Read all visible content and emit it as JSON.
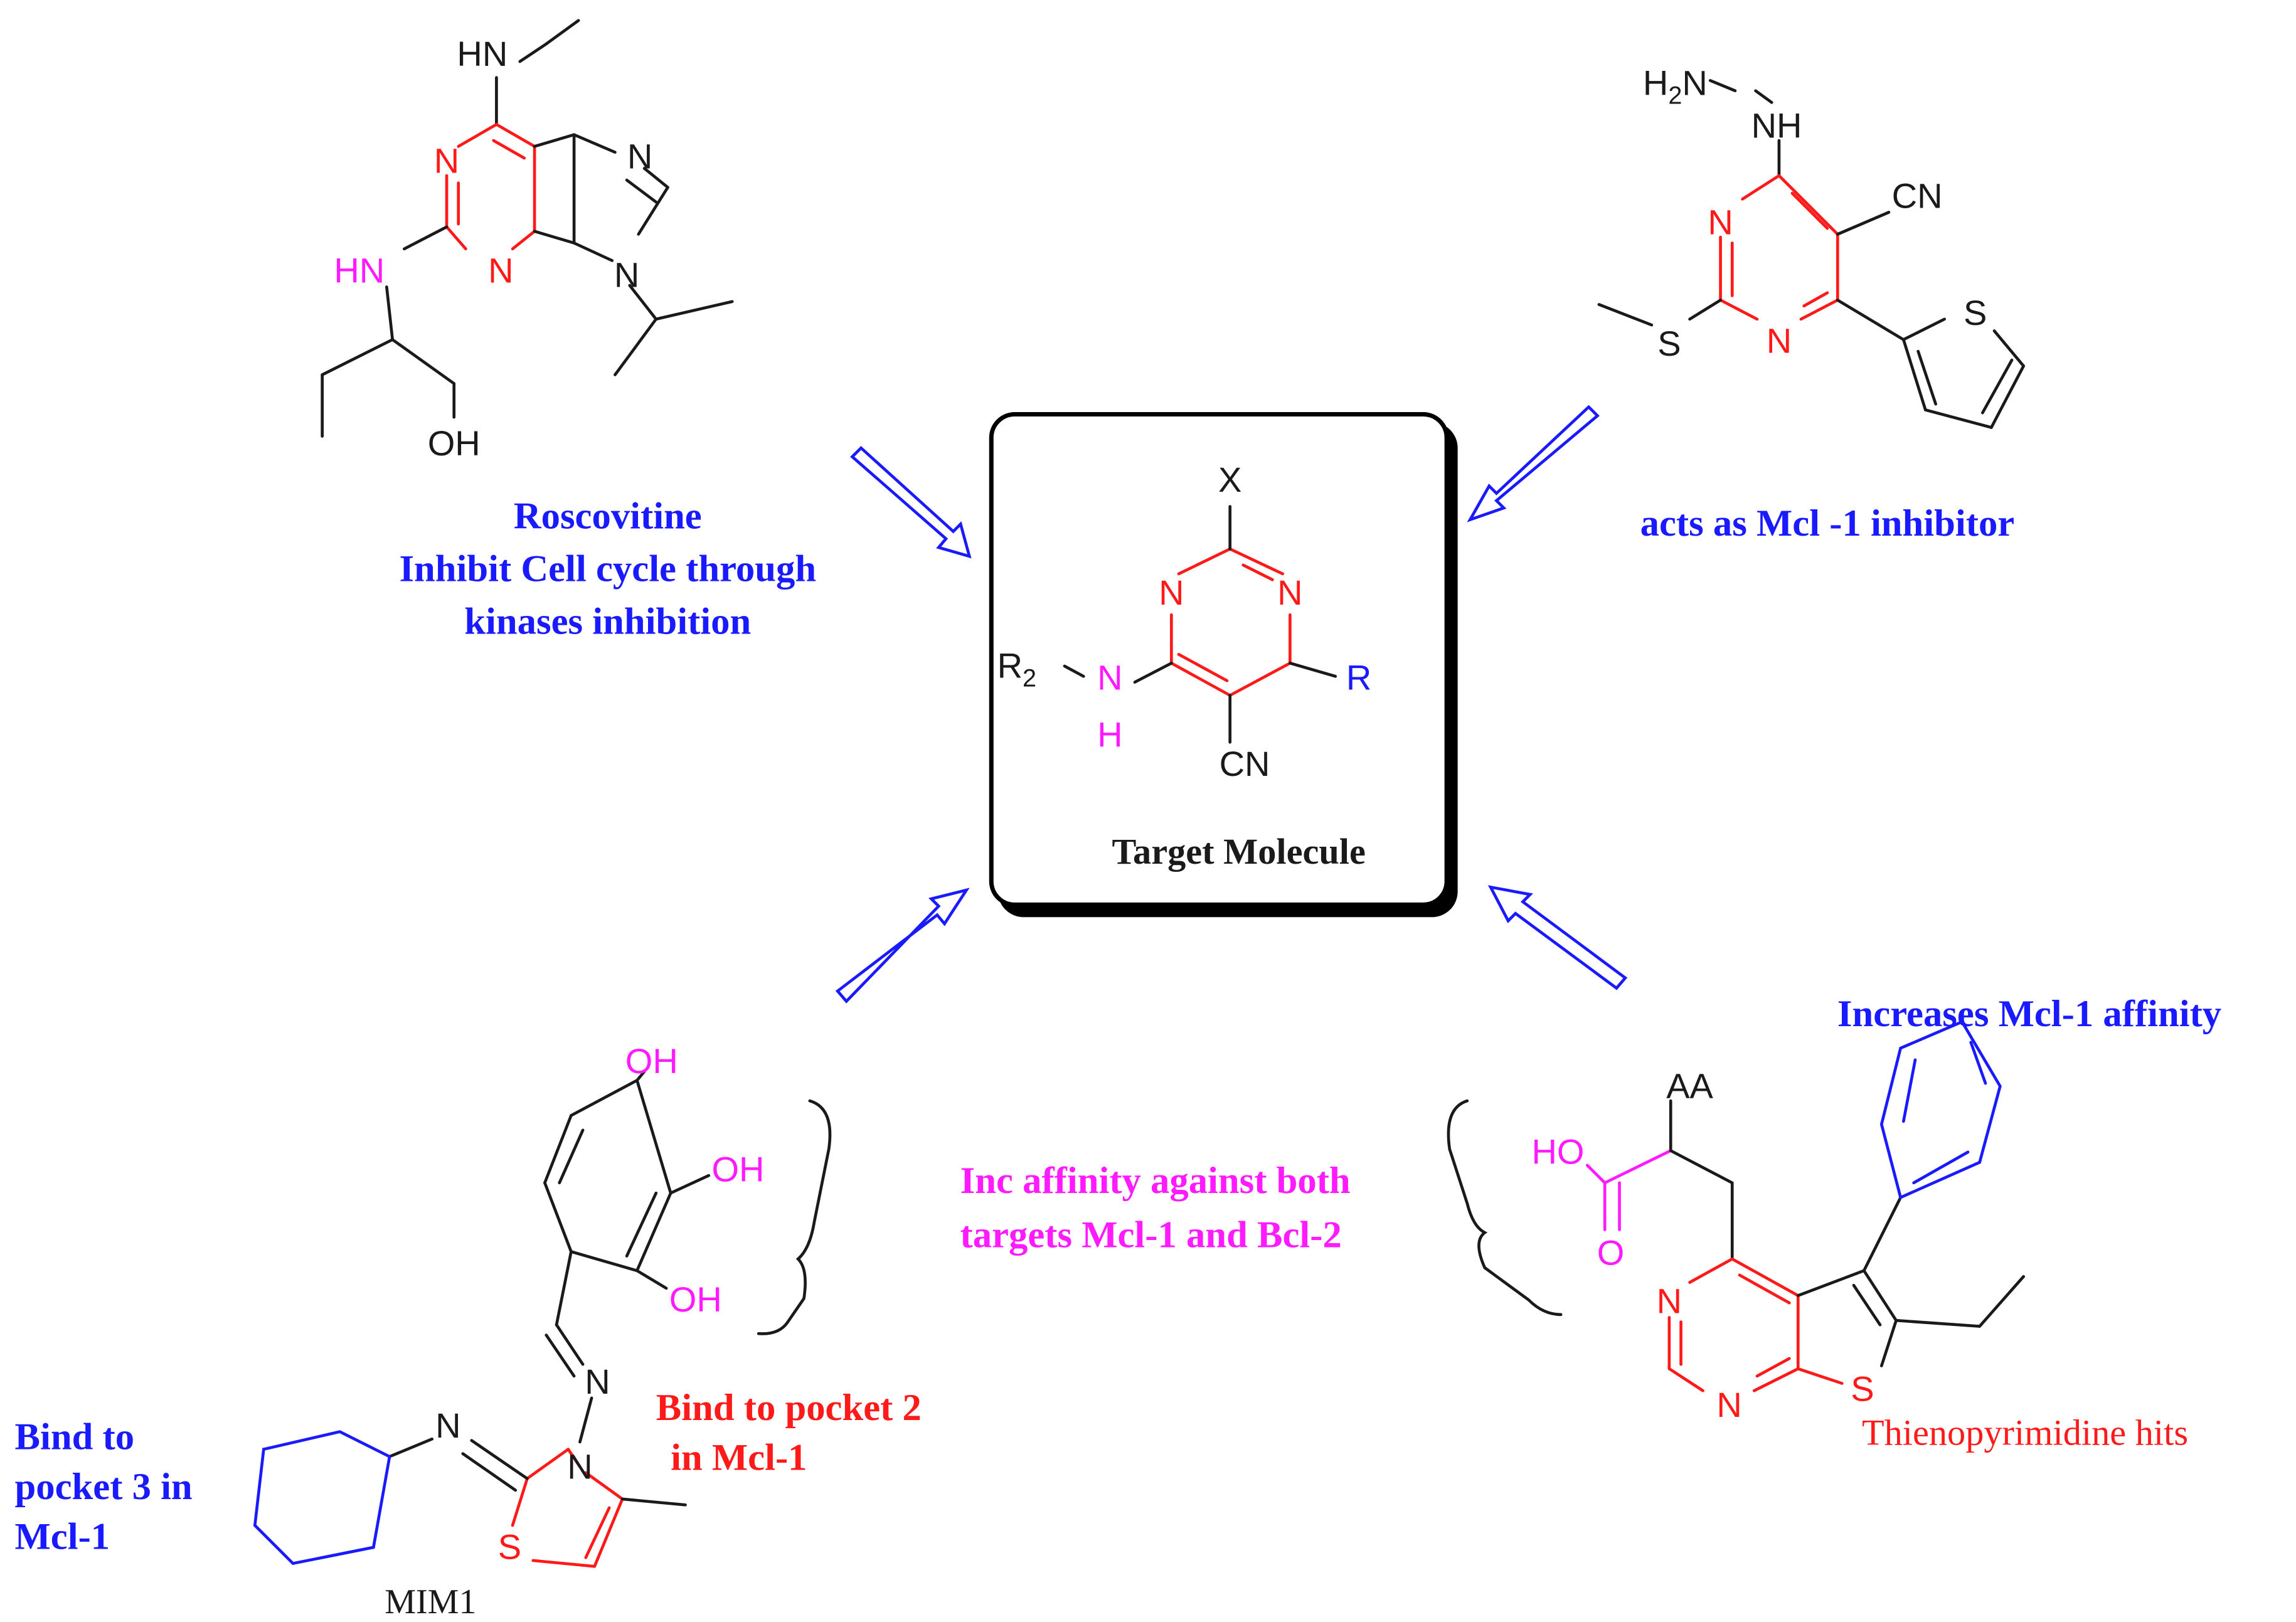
{
  "colors": {
    "bond": "#1a1a1a",
    "red": "#ff1a1a",
    "magenta": "#ff1aff",
    "blue": "#1a1aff",
    "box_border": "#000000"
  },
  "center": {
    "label": "Target Molecule",
    "atoms": {
      "x": "X",
      "n1": "N",
      "n2": "N",
      "r2": "R",
      "r2_sub": "2",
      "nh_n": "N",
      "nh_h": "H",
      "r": "R",
      "cn": "CN"
    }
  },
  "roscovitine": {
    "name": "Roscovitine",
    "desc_line1": "Inhibit Cell cycle through",
    "desc_line2": "kinases inhibition",
    "atoms": {
      "hn_top": "HN",
      "n1": "N",
      "n3": "N",
      "n7": "N",
      "n9": "N",
      "hn_side": "HN",
      "oh": "OH"
    }
  },
  "hydrazine": {
    "caption": "acts as Mcl -1 inhibitor",
    "atoms": {
      "h2n": "H",
      "h2n_sub": "2",
      "h2n_n": "N",
      "nh": "NH",
      "n1": "N",
      "n3": "N",
      "cn": "CN",
      "s_left": "S",
      "s_thio": "S"
    }
  },
  "mim1": {
    "name": "MIM1",
    "oh1": "OH",
    "oh2": "OH",
    "oh3": "OH",
    "n_imine": "N",
    "n_exo": "N",
    "n_ring": "N",
    "s_ring": "S",
    "left_label": [
      "Bind to",
      "pocket 3 in",
      "Mcl-1"
    ],
    "right_label": [
      "Bind to pocket 2",
      "in Mcl-1"
    ]
  },
  "both_targets": {
    "line1": "Inc affinity against both",
    "line2": "targets Mcl-1 and Bcl-2"
  },
  "thieno": {
    "caption": "Increases Mcl-1 affinity",
    "name": "Thienopyrimidine hits",
    "aa": "AA",
    "ho": "HO",
    "o": "O",
    "n1": "N",
    "n3": "N",
    "s": "S"
  }
}
